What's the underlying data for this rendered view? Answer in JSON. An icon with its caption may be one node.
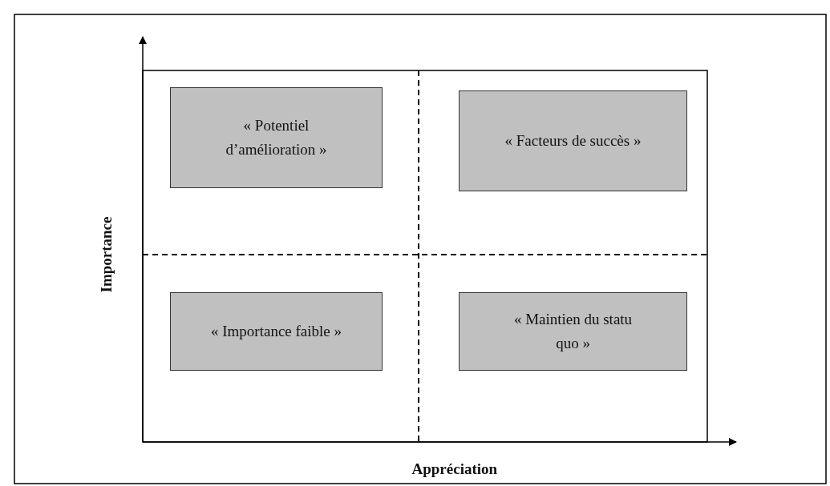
{
  "diagram": {
    "nodes": [
      {
        "text": [
          "« Potentiel d’amélioration »"
        ]
      },
      {
        "text": [
          "« Facteurs de succès »"
        ]
      },
      {
        "text": [
          "« Importance faible »"
        ]
      },
      {
        "text": [
          "« Maintien du statu quo »"
        ]
      }
    ],
    "labels": [
      "Importance",
      "Appréciation"
    ]
  }
}
